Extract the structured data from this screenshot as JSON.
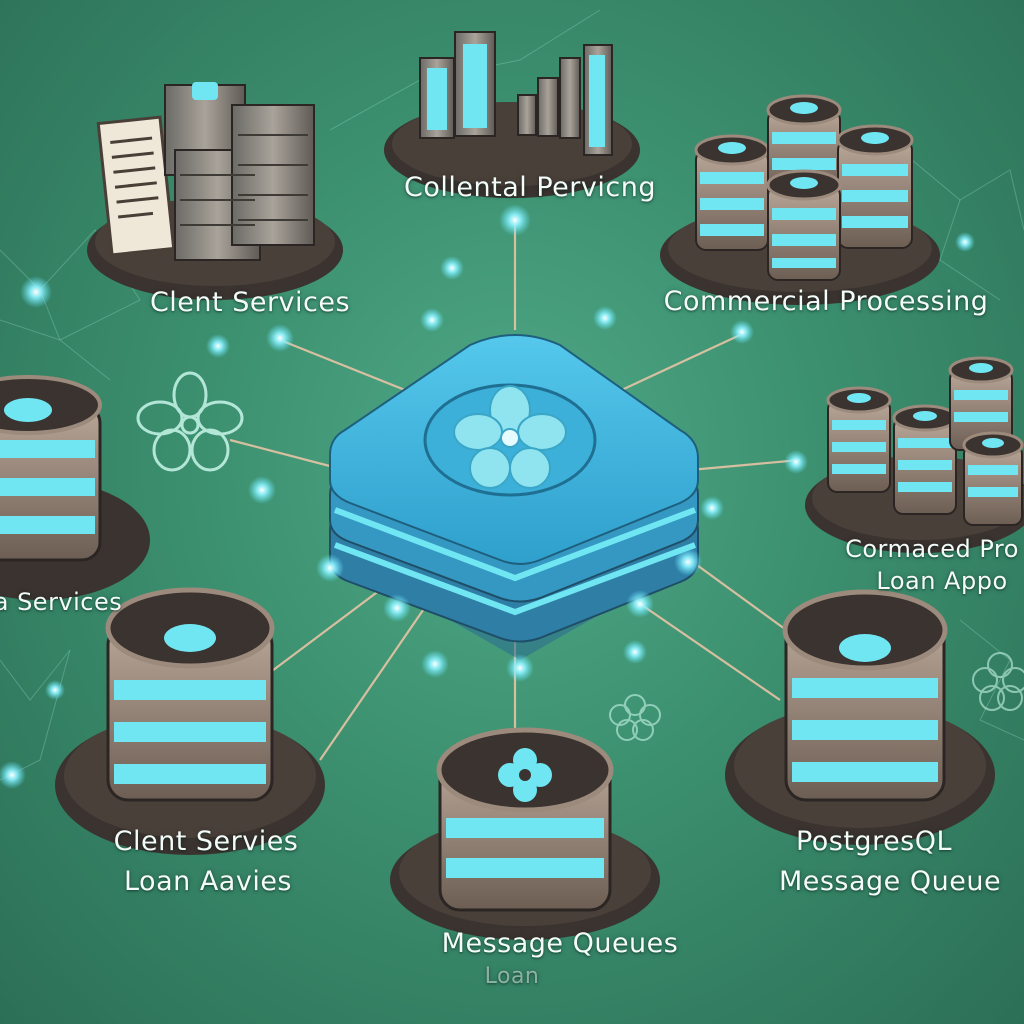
{
  "nodes": {
    "center": {
      "label": ""
    },
    "top_center": {
      "label": "Collental Pervicng"
    },
    "top_left": {
      "label": "Clent Services"
    },
    "top_right": {
      "label": "Commercial Processing"
    },
    "mid_left": {
      "label": "a Services"
    },
    "mid_right": {
      "line1": "Cormaced Pro",
      "line2": "Loan Appo"
    },
    "bottom_left": {
      "line1": "Clent Servies",
      "line2": "Loan Aavies"
    },
    "bottom_center": {
      "line1": "Message Queues",
      "line2": "Loan"
    },
    "bottom_right": {
      "line1": "PostgresQL",
      "line2": "Message Queue"
    }
  },
  "colors": {
    "background": "#3b8f6e",
    "cyan_glow": "#6fe6f2",
    "hub_blue": "#3fb6dd",
    "disk_dark": "#3a332f",
    "rim_bronze": "#9c8a7c"
  }
}
